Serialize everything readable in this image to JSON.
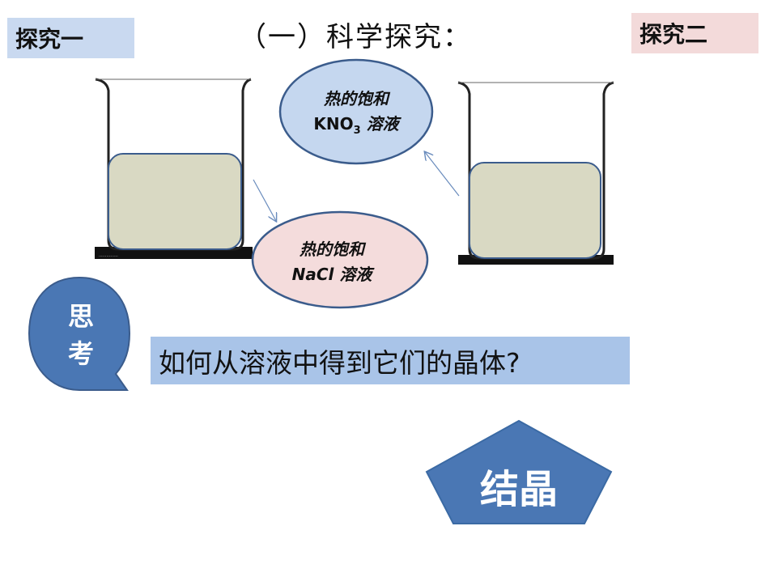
{
  "labels": {
    "explore_one": "探究一",
    "explore_two": "探究二",
    "title": "（一）科学探究："
  },
  "ellipses": {
    "kno3": {
      "line1": "热的饱和",
      "line2_prefix": "KNO",
      "line2_sub": "3",
      "line2_suffix": " 溶液"
    },
    "nacl": {
      "line1": "热的饱和",
      "line2": "NaCl 溶液"
    }
  },
  "think": {
    "char1": "思",
    "char2": "考"
  },
  "question": "如何从溶液中得到它们的晶体?",
  "answer": "结晶",
  "colors": {
    "tag_one_bg": "#c9d9f0",
    "tag_two_bg": "#f3dada",
    "kno3_fill": "#c5d7ef",
    "nacl_fill": "#f4dcdc",
    "ellipse_stroke": "#3b5c8c",
    "liquid_fill": "#d9d9c3",
    "accent_blue": "#4a77b4",
    "question_bg": "#a9c4e8"
  }
}
